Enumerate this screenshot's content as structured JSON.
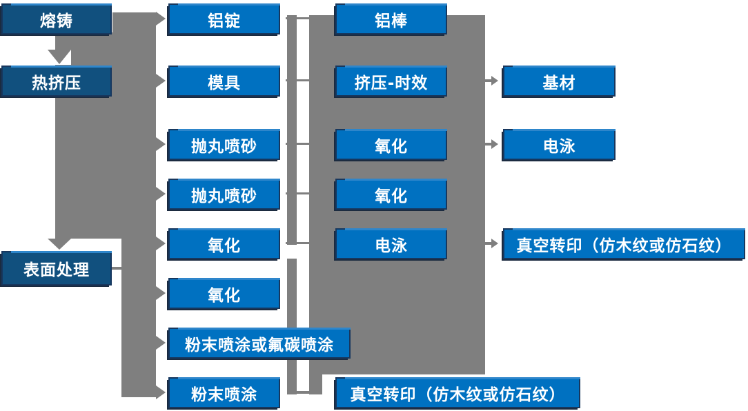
{
  "diagram": {
    "type": "flowchart",
    "nodes": {
      "stages": [
        {
          "label": "熔铸"
        },
        {
          "label": "热挤压"
        },
        {
          "label": "表面处理"
        }
      ],
      "prep": [
        {
          "label": "铝锭"
        },
        {
          "label": "模具"
        },
        {
          "label": "抛丸喷砂"
        },
        {
          "label": "抛丸喷砂"
        },
        {
          "label": "氧化"
        },
        {
          "label": "氧化"
        },
        {
          "label": "粉末喷涂或氟碳喷涂"
        },
        {
          "label": "粉末喷涂"
        }
      ],
      "process_a": [
        {
          "label": "铝棒"
        },
        {
          "label": "挤压-时效"
        },
        {
          "label": "氧化"
        },
        {
          "label": "氧化"
        },
        {
          "label": "电泳"
        }
      ],
      "process_b": [
        {
          "label": "基材"
        },
        {
          "label": "电泳"
        },
        {
          "label": "真空转印（仿木纹或仿石纹）"
        }
      ],
      "finish": [
        {
          "label": "真空转印（仿木纹或仿石纹）"
        }
      ]
    },
    "colors": {
      "stage_fill": "#11507E",
      "process_fill": "#0071C1",
      "node_border": "#17375E",
      "connector_gray": "#7F7F7F",
      "text": "#FFFFFF",
      "background": "#FFFFFF"
    }
  }
}
